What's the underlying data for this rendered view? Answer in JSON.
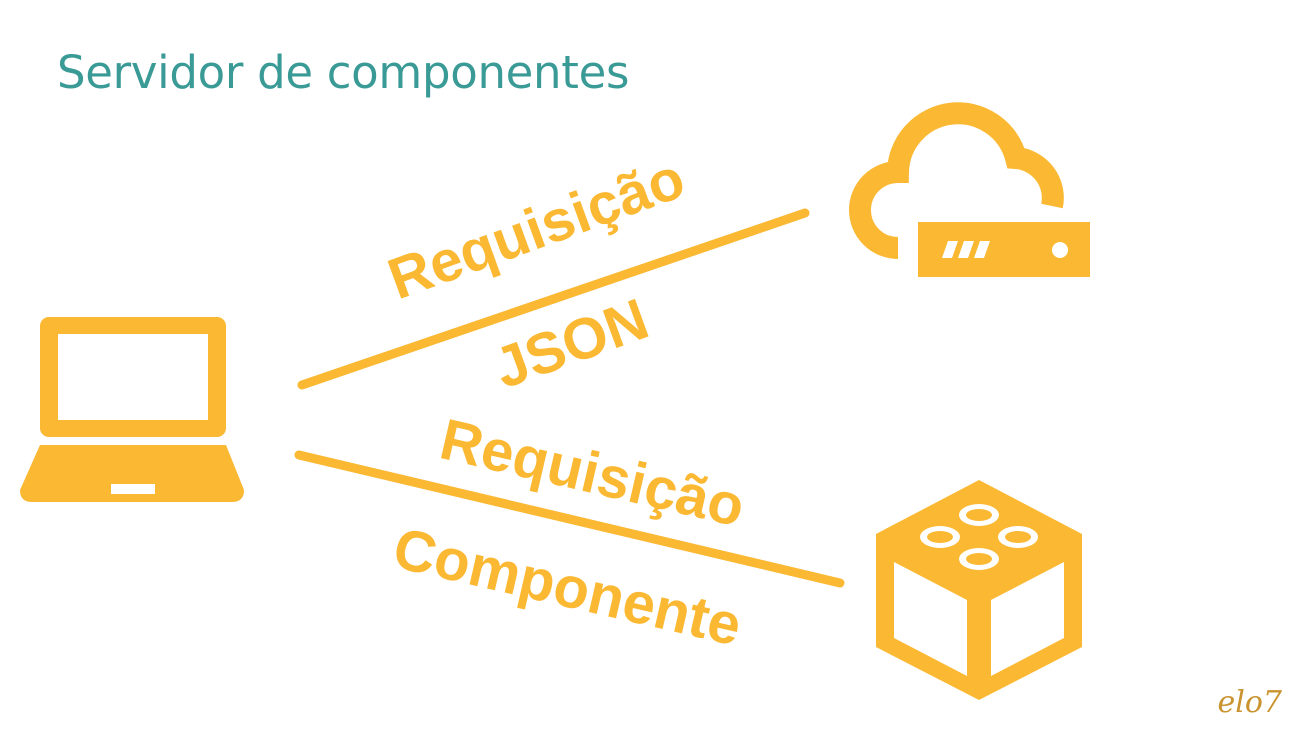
{
  "title": "Servidor de componentes",
  "labels": {
    "top_request": "Requisição",
    "top_response": "JSON",
    "bottom_request": "Requisição",
    "bottom_response": "Componente"
  },
  "logo": "elo7",
  "icons": {
    "client": "laptop-icon",
    "api_server": "cloud-server-icon",
    "component_server": "building-block-icon"
  },
  "colors": {
    "accent": "#FBB832",
    "title": "#3A9A96",
    "logo": "#C9932F",
    "background": "#FFFFFF"
  }
}
